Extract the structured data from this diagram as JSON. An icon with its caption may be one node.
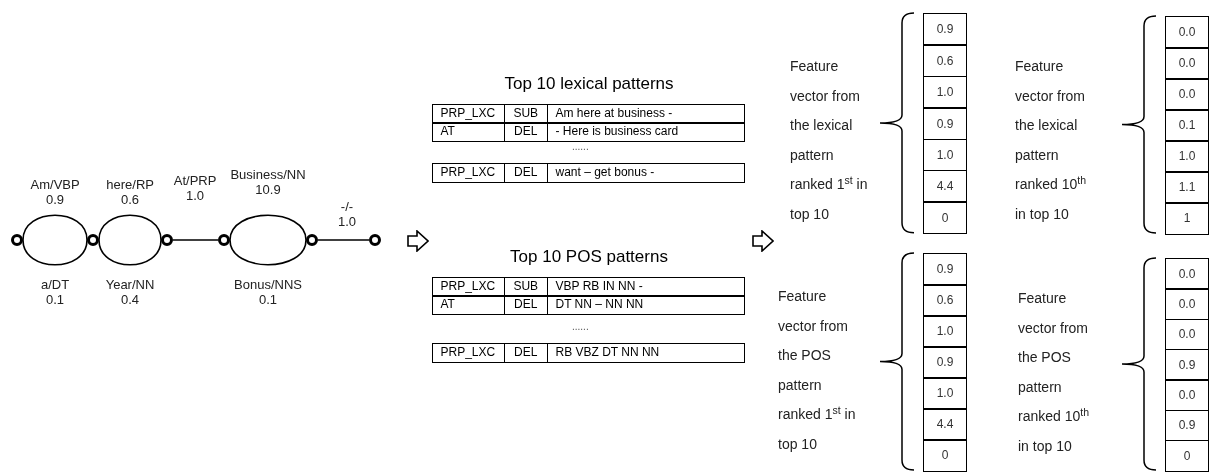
{
  "diagram": {
    "nodes": [
      {
        "text": [],
        "shape": "circle"
      },
      {
        "text": [],
        "shape": "circle"
      },
      {
        "text": [],
        "shape": "circle"
      },
      {
        "text": [],
        "shape": "circle"
      },
      {
        "text": [],
        "shape": "circle"
      },
      {
        "text": [],
        "shape": "circle"
      },
      {
        "text": [
          "Top 10 lexical patterns"
        ]
      },
      {
        "text": [
          "Top 10 POS patterns"
        ]
      }
    ],
    "edges": [
      {
        "from": 0,
        "to": 1,
        "arrow": "none",
        "label": "Am/VBP 0.9"
      },
      {
        "from": 0,
        "to": 1,
        "arrow": "none",
        "label": "a/DT 0.1"
      },
      {
        "from": 1,
        "to": 2,
        "arrow": "none",
        "label": "here/RP 0.6"
      },
      {
        "from": 1,
        "to": 2,
        "arrow": "none",
        "label": "Year/NN 0.4"
      },
      {
        "from": 2,
        "to": 3,
        "arrow": "none",
        "label": "At/PRP 1.0"
      },
      {
        "from": 3,
        "to": 4,
        "arrow": "none",
        "label": "Business/NN 10.9"
      },
      {
        "from": 3,
        "to": 4,
        "arrow": "none",
        "label": "Bonus/NNS 0.1"
      },
      {
        "from": 4,
        "to": 5,
        "arrow": "none",
        "label": "-/- 1.0"
      },
      {
        "from": 5,
        "to": 7,
        "arrow": "to",
        "style": "thick"
      },
      {
        "from": 7,
        "to": null,
        "arrow": "to",
        "style": "thick"
      }
    ],
    "labels": [
      "PRP_LXC",
      "SUB",
      "Am here at business -",
      "AT",
      "DEL",
      "- Here is business card",
      "......",
      "PRP_LXC",
      "DEL",
      "want – get bonus -",
      "PRP_LXC",
      "SUB",
      "VBP RB IN NN  -",
      "AT",
      "DEL",
      "DT NN – NN NN",
      "......",
      "PRP_LXC",
      "DEL",
      "RB VBZ DT NN NN",
      "Feature vector from the lexical pattern ranked 1$^{st}$ in top 10",
      "0.9",
      "0.6",
      "1.0",
      "0.9",
      "1.0",
      "4.4",
      "0",
      "Feature vector from the lexical pattern ranked 10$^{th}$ in top 10",
      "0.0",
      "0.0",
      "0.0",
      "0.1",
      "1.0",
      "1.1",
      "1",
      "Feature vector from the POS pattern ranked 1$^{st}$ in top 10",
      "0.9",
      "0.6",
      "1.0",
      "0.9",
      "1.0",
      "4.4",
      "0",
      "Feature vector from the POS pattern ranked 10$^{th}$ in top 10",
      "0.0",
      "0.0",
      "0.0",
      "0.9",
      "0.0",
      "0.9",
      "0"
    ]
  }
}
